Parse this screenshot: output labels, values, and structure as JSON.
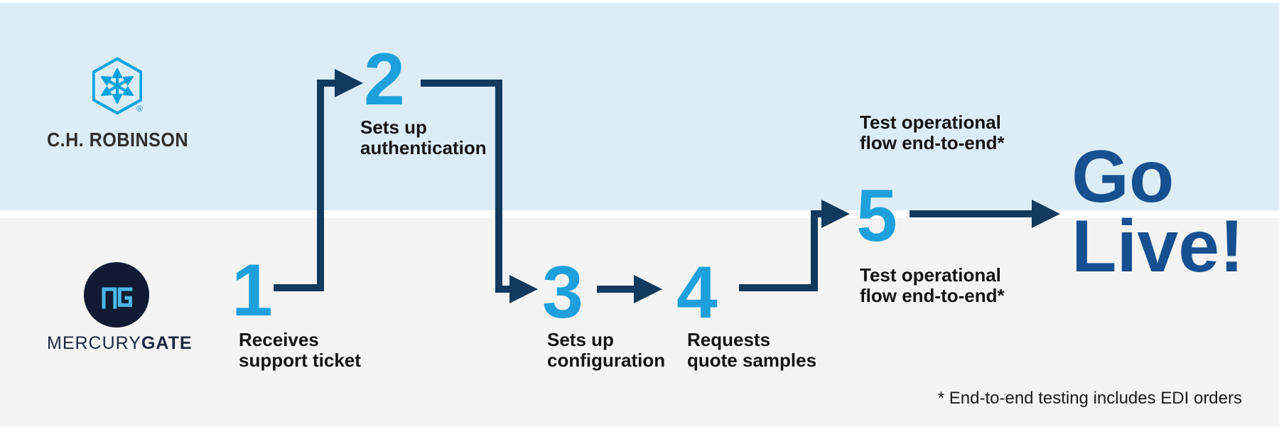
{
  "palette": {
    "band_top_bg": "#ddedf8",
    "band_bottom_bg": "#f4f4f4",
    "step_number": "#1da0db",
    "arrow": "#123a5e",
    "go_live": "#175090",
    "label_text": "#141414",
    "chr_logo_blue": "#00a3e0",
    "chr_text": "#2f2f2f",
    "mg_circle": "#101b33",
    "mg_monogram": "#4ab7e8",
    "mg_text": "#1b2740"
  },
  "logos": {
    "chrobinson": {
      "name": "C.H. ROBINSON",
      "reg_mark": "®"
    },
    "mercurygate": {
      "prefix": "MERCURY",
      "suffix": "GATE"
    }
  },
  "steps": [
    {
      "number": "1",
      "label_line1": "Receives",
      "label_line2": "support ticket"
    },
    {
      "number": "2",
      "label_line1": "Sets up",
      "label_line2": "authentication"
    },
    {
      "number": "3",
      "label_line1": "Sets up",
      "label_line2": "configuration"
    },
    {
      "number": "4",
      "label_line1": "Requests",
      "label_line2": "quote samples"
    },
    {
      "number": "5",
      "label_top_line1": "Test operational",
      "label_top_line2": "flow end-to-end*",
      "label_bottom_line1": "Test operational",
      "label_bottom_line2": "flow end-to-end*"
    }
  ],
  "outcome": {
    "line1": "Go",
    "line2": "Live!"
  },
  "footnote": "* End-to-end testing includes EDI orders"
}
